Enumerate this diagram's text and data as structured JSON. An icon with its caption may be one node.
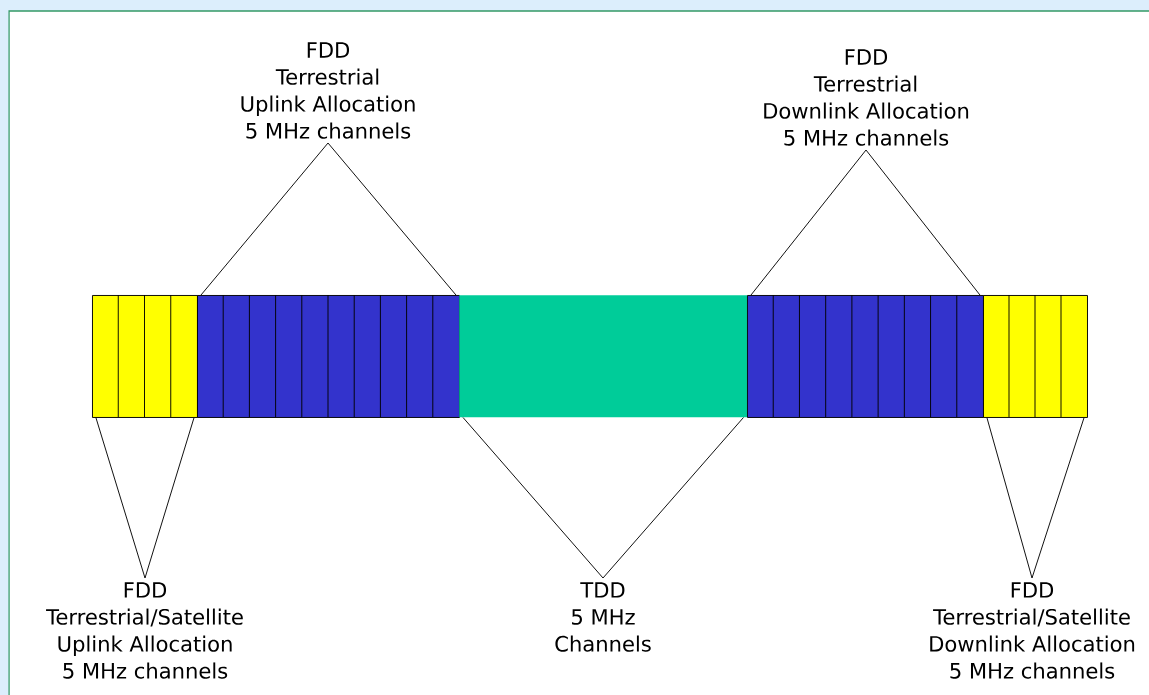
{
  "diagram": {
    "nodes": [
      {
        "text": [
          "FDD",
          "Terrestrial",
          "Uplink Allocation",
          "5 MHz channels"
        ]
      },
      {
        "text": [
          "FDD",
          "Terrestrial",
          "Downlink Allocation",
          "5 MHz channels"
        ]
      },
      {
        "text": [],
        "shape": "box"
      },
      {
        "text": [],
        "shape": "box"
      },
      {
        "text": [],
        "shape": "box"
      },
      {
        "text": [],
        "shape": "box"
      },
      {
        "text": [],
        "shape": "box"
      },
      {
        "text": [
          "FDD",
          "Terrestrial/Satellite",
          "Uplink Allocation",
          "5 MHz channels"
        ]
      },
      {
        "text": [
          "TDD",
          "5 MHz",
          "Channels"
        ]
      },
      {
        "text": [
          "FDD",
          "Terrestrial/Satellite",
          "Downlink Allocation",
          "5 MHz channels"
        ]
      }
    ],
    "edges": [
      {
        "from": 0,
        "to": 3,
        "arrow": "none"
      },
      {
        "from": 1,
        "to": 5,
        "arrow": "none"
      },
      {
        "from": 7,
        "to": 2,
        "arrow": "none"
      },
      {
        "from": 8,
        "to": 4,
        "arrow": "none"
      },
      {
        "from": 9,
        "to": 6,
        "arrow": "none"
      }
    ]
  }
}
